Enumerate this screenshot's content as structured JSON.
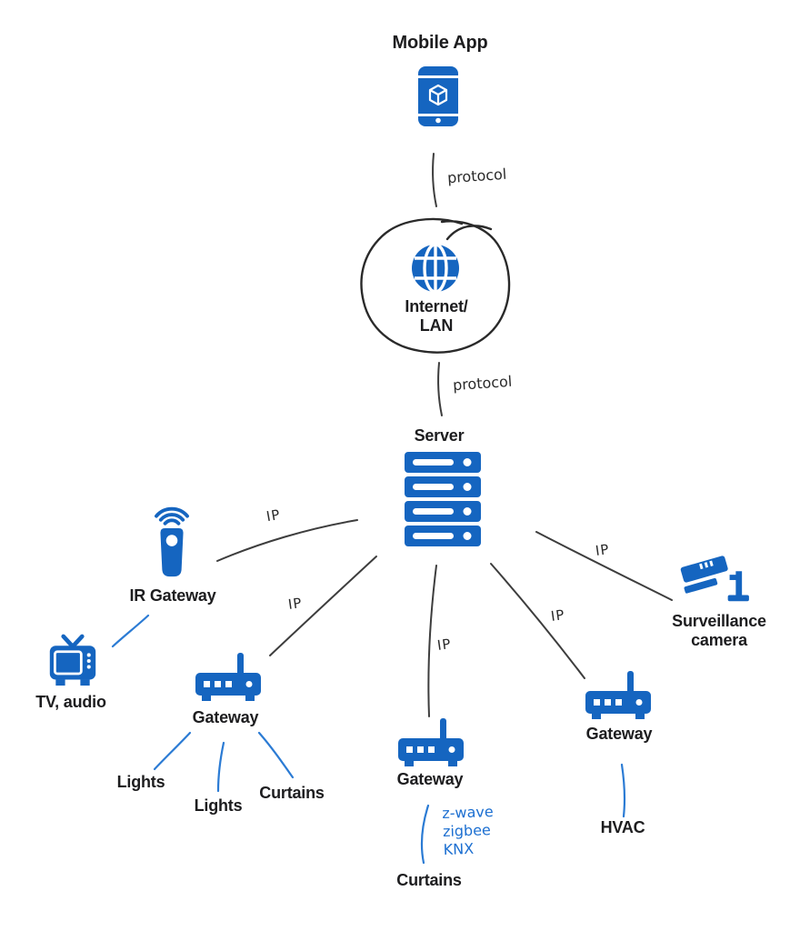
{
  "colors": {
    "icon_blue": "#1565c0",
    "edge_dark": "#3d3d3d",
    "edge_blue": "#2b7bd4",
    "text_dark": "#1d1d1f",
    "handwriting_blue": "#1c6fd1",
    "background": "#ffffff"
  },
  "nodes": {
    "mobile_app": {
      "label": "Mobile App",
      "icon": "smartphone-icon"
    },
    "internet": {
      "label_line1": "Internet/",
      "label_line2": "LAN",
      "icon": "globe-icon"
    },
    "server": {
      "label": "Server",
      "icon": "server-icon"
    },
    "ir_gateway": {
      "label": "IR Gateway",
      "icon": "ir-remote-icon"
    },
    "tv_audio": {
      "label": "TV, audio",
      "icon": "tv-icon"
    },
    "gateway_left": {
      "label": "Gateway",
      "icon": "router-icon"
    },
    "gateway_center": {
      "label": "Gateway",
      "icon": "router-icon"
    },
    "gateway_right": {
      "label": "Gateway",
      "icon": "router-icon"
    },
    "lights_1": {
      "label": "Lights"
    },
    "lights_2": {
      "label": "Lights"
    },
    "curtains_left": {
      "label": "Curtains"
    },
    "curtains_center": {
      "label": "Curtains"
    },
    "hvac": {
      "label": "HVAC"
    },
    "camera": {
      "label_line1": "Surveillance",
      "label_line2": "camera",
      "icon": "cctv-camera-icon"
    }
  },
  "edges": {
    "mobile_internet": {
      "label": "protocol"
    },
    "internet_server": {
      "label": "protocol"
    },
    "server_ir_gateway": {
      "label": "IP"
    },
    "server_gateway_left": {
      "label": "IP"
    },
    "server_gateway_center": {
      "label": "IP"
    },
    "server_gateway_right": {
      "label": "IP"
    },
    "server_camera": {
      "label": "IP"
    }
  },
  "annotations": {
    "gateway_center_protocols": [
      "z-wave",
      "zigbee",
      "KNX"
    ]
  }
}
